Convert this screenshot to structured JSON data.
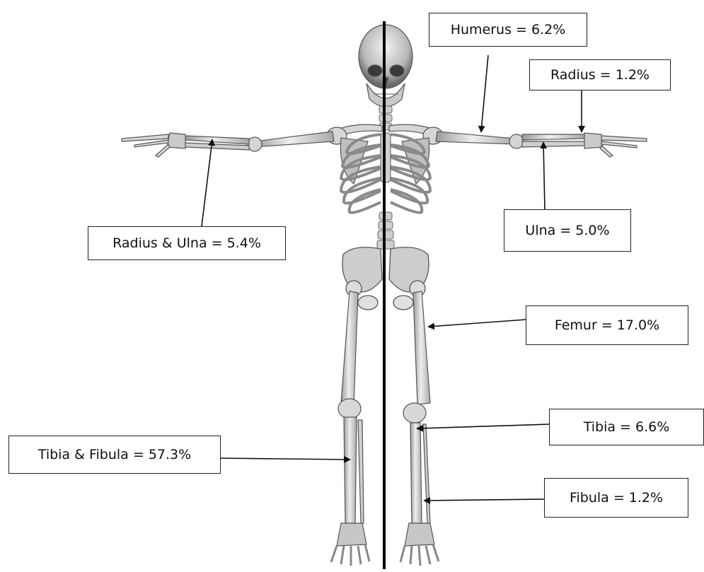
{
  "diagram": {
    "type": "annotated-skeleton",
    "labels": {
      "humerus": "Humerus = 6.2%",
      "radius_right": "Radius = 1.2%",
      "radius_ulna_left": "Radius & Ulna = 5.4%",
      "ulna_right": "Ulna = 5.0%",
      "femur": "Femur = 17.0%",
      "tibia_right": "Tibia = 6.6%",
      "tibia_fibula_left": "Tibia & Fibula = 57.3%",
      "fibula_right": "Fibula = 1.2%"
    },
    "colors": {
      "bone_light": "#e4e4e4",
      "bone_mid": "#b9b9b9",
      "bone_dark": "#6e6e6e",
      "outline": "#555555",
      "midline": "#000000",
      "arrow": "#111111",
      "box_border": "#222222"
    }
  }
}
